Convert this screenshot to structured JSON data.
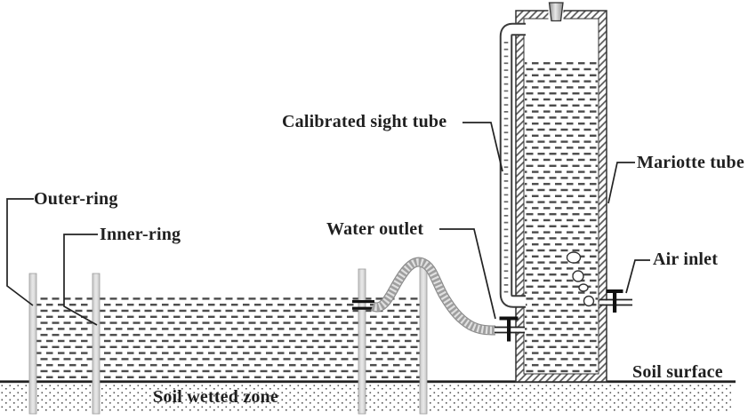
{
  "figure": {
    "kind": "double-ring infiltrometer with Mariotte tube schematic",
    "labels": {
      "outer_ring": "Outer-ring",
      "inner_ring": "Inner-ring",
      "calibrated_sight_tube": "Calibrated sight tube",
      "mariotte_tube": "Mariotte tube",
      "water_outlet": "Water outlet",
      "air_inlet": "Air inlet",
      "soil_surface": "Soil surface",
      "soil_wetted_zone": "Soil wetted zone"
    },
    "colors": {
      "background": "#ffffff",
      "line": "#222222",
      "water_dash": "#4a4a4a",
      "wall_hatch": "#555555",
      "ring_wall_fill": "#d6d6d6",
      "soil_dot": "#555555",
      "stopper_fill": "#aaaaaa",
      "hose_fill": "#dedede"
    }
  }
}
